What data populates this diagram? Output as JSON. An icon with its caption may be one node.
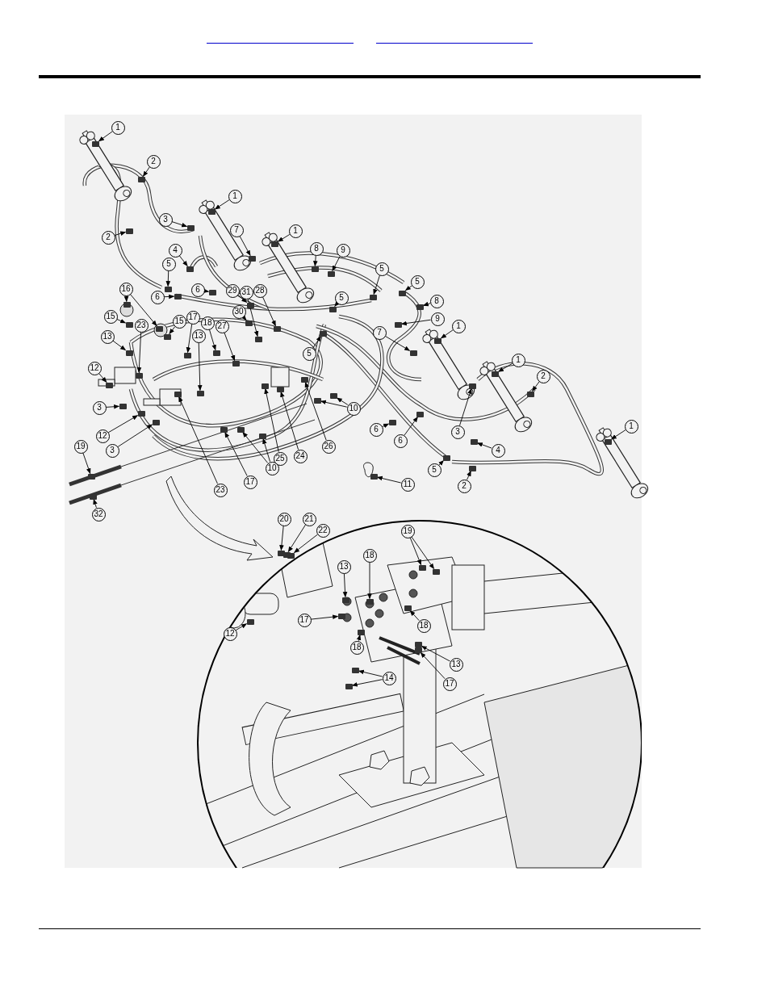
{
  "diagram": {
    "nodes": [
      {
        "text": [
          "1"
        ]
      },
      {
        "text": [
          "2"
        ]
      },
      {
        "text": [
          "1"
        ]
      },
      {
        "text": [
          "3"
        ]
      },
      {
        "text": [
          "2"
        ]
      },
      {
        "text": [
          "7"
        ]
      },
      {
        "text": [
          "1"
        ]
      },
      {
        "text": [
          "4"
        ]
      },
      {
        "text": [
          "8"
        ]
      },
      {
        "text": [
          "9"
        ]
      },
      {
        "text": [
          "5"
        ]
      },
      {
        "text": [
          "6"
        ]
      },
      {
        "text": [
          "6"
        ]
      },
      {
        "text": [
          "29"
        ]
      },
      {
        "text": [
          "31"
        ]
      },
      {
        "text": [
          "28"
        ]
      },
      {
        "text": [
          "30"
        ]
      },
      {
        "text": [
          "5"
        ]
      },
      {
        "text": [
          "5"
        ]
      },
      {
        "text": [
          "5"
        ]
      },
      {
        "text": [
          "8"
        ]
      },
      {
        "text": [
          "9"
        ]
      },
      {
        "text": [
          "5"
        ]
      },
      {
        "text": [
          "7"
        ]
      },
      {
        "text": [
          "1"
        ]
      },
      {
        "text": [
          "16"
        ]
      },
      {
        "text": [
          "15"
        ]
      },
      {
        "text": [
          "23"
        ]
      },
      {
        "text": [
          "15"
        ]
      },
      {
        "text": [
          "17"
        ]
      },
      {
        "text": [
          "18"
        ]
      },
      {
        "text": [
          "27"
        ]
      },
      {
        "text": [
          "13"
        ]
      },
      {
        "text": [
          "13"
        ]
      },
      {
        "text": [
          "1"
        ]
      },
      {
        "text": [
          "12"
        ]
      },
      {
        "text": [
          "2"
        ]
      },
      {
        "text": [
          "3"
        ]
      },
      {
        "text": [
          "10"
        ]
      },
      {
        "text": [
          "3"
        ]
      },
      {
        "text": [
          "6"
        ]
      },
      {
        "text": [
          "12"
        ]
      },
      {
        "text": [
          "6"
        ]
      },
      {
        "text": [
          "1"
        ]
      },
      {
        "text": [
          "26"
        ]
      },
      {
        "text": [
          "19"
        ]
      },
      {
        "text": [
          "3"
        ]
      },
      {
        "text": [
          "4"
        ]
      },
      {
        "text": [
          "24"
        ]
      },
      {
        "text": [
          "25"
        ]
      },
      {
        "text": [
          "10"
        ]
      },
      {
        "text": [
          "5"
        ]
      },
      {
        "text": [
          "17"
        ]
      },
      {
        "text": [
          "11"
        ]
      },
      {
        "text": [
          "2"
        ]
      },
      {
        "text": [
          "23"
        ]
      },
      {
        "text": [
          "32"
        ]
      },
      {
        "text": [
          "20"
        ]
      },
      {
        "text": [
          "21"
        ]
      },
      {
        "text": [
          "22"
        ]
      },
      {
        "text": [
          "19"
        ]
      },
      {
        "text": [
          "13"
        ]
      },
      {
        "text": [
          "18"
        ]
      },
      {
        "text": [
          "18"
        ]
      },
      {
        "text": [
          "17"
        ]
      },
      {
        "text": [
          "12"
        ]
      },
      {
        "text": [
          "18"
        ]
      },
      {
        "text": [
          "13"
        ]
      },
      {
        "text": [
          "17"
        ]
      },
      {
        "text": [
          "14"
        ]
      },
      {
        "text": [],
        "shape": "box"
      },
      {
        "text": [],
        "shape": "box"
      },
      {
        "text": [],
        "shape": "box"
      },
      {
        "text": [],
        "shape": "box"
      },
      {
        "text": [],
        "shape": "box"
      },
      {
        "text": [],
        "shape": "box"
      },
      {
        "text": [],
        "shape": "box"
      },
      {
        "text": [],
        "shape": "box"
      },
      {
        "text": [],
        "shape": "box"
      },
      {
        "text": [],
        "shape": "box"
      },
      {
        "text": [],
        "shape": "box"
      },
      {
        "text": [],
        "shape": "box"
      },
      {
        "text": [],
        "shape": "box"
      },
      {
        "text": [],
        "shape": "box"
      },
      {
        "text": [],
        "shape": "box"
      },
      {
        "text": [],
        "shape": "box"
      },
      {
        "text": [],
        "shape": "box"
      },
      {
        "text": [],
        "shape": "box"
      },
      {
        "text": [],
        "shape": "box"
      },
      {
        "text": [],
        "shape": "box"
      },
      {
        "text": [],
        "shape": "box"
      },
      {
        "text": [],
        "shape": "box"
      },
      {
        "text": [],
        "shape": "box"
      },
      {
        "text": [],
        "shape": "box"
      },
      {
        "text": [],
        "shape": "box"
      },
      {
        "text": [],
        "shape": "box"
      },
      {
        "text": [],
        "shape": "box"
      },
      {
        "text": [],
        "shape": "box"
      },
      {
        "text": [],
        "shape": "box"
      },
      {
        "text": [],
        "shape": "box"
      },
      {
        "text": [],
        "shape": "box"
      },
      {
        "text": [],
        "shape": "box"
      },
      {
        "text": [],
        "shape": "box"
      },
      {
        "text": [],
        "shape": "box"
      },
      {
        "text": [],
        "shape": "box"
      },
      {
        "text": [],
        "shape": "box"
      },
      {
        "text": [],
        "shape": "box"
      },
      {
        "text": [],
        "shape": "box"
      },
      {
        "text": [],
        "shape": "box"
      },
      {
        "text": [],
        "shape": "box"
      },
      {
        "text": [],
        "shape": "box"
      },
      {
        "text": [],
        "shape": "box"
      },
      {
        "text": [],
        "shape": "box"
      },
      {
        "text": [],
        "shape": "box"
      },
      {
        "text": [],
        "shape": "box"
      },
      {
        "text": [],
        "shape": "box"
      },
      {
        "text": [],
        "shape": "box"
      },
      {
        "text": [],
        "shape": "box"
      },
      {
        "text": [],
        "shape": "box"
      },
      {
        "text": [],
        "shape": "box"
      },
      {
        "text": [],
        "shape": "box"
      },
      {
        "text": [],
        "shape": "box"
      },
      {
        "text": [],
        "shape": "box"
      },
      {
        "text": [],
        "shape": "box"
      },
      {
        "text": [],
        "shape": "box"
      },
      {
        "text": [],
        "shape": "box"
      },
      {
        "text": [],
        "shape": "box"
      },
      {
        "text": [],
        "shape": "box"
      },
      {
        "text": [],
        "shape": "box"
      },
      {
        "text": [],
        "shape": "box"
      },
      {
        "text": [],
        "shape": "box"
      },
      {
        "text": [],
        "shape": "box"
      },
      {
        "text": [],
        "shape": "box"
      },
      {
        "text": [],
        "shape": "box"
      },
      {
        "text": [],
        "shape": "box"
      },
      {
        "text": [],
        "shape": "box"
      },
      {
        "text": [],
        "shape": "box"
      },
      {
        "text": [],
        "shape": "box"
      },
      {
        "text": [],
        "shape": "box"
      },
      {
        "text": [],
        "shape": "box"
      },
      {
        "text": [],
        "shape": "box"
      },
      {
        "text": [],
        "shape": "box"
      },
      {
        "text": [],
        "shape": "box"
      },
      {
        "text": [],
        "shape": "box"
      },
      {
        "text": [],
        "shape": "box"
      }
    ],
    "edges": [
      {
        "from": 0,
        "to": 70,
        "arrow": "to"
      },
      {
        "from": 1,
        "to": 71,
        "arrow": "to"
      },
      {
        "from": 2,
        "to": 72,
        "arrow": "to"
      },
      {
        "from": 3,
        "to": 73,
        "arrow": "to"
      },
      {
        "from": 4,
        "to": 74,
        "arrow": "to"
      },
      {
        "from": 5,
        "to": 75,
        "arrow": "to"
      },
      {
        "from": 6,
        "to": 76,
        "arrow": "to"
      },
      {
        "from": 7,
        "to": 77,
        "arrow": "to"
      },
      {
        "from": 8,
        "to": 78,
        "arrow": "to"
      },
      {
        "from": 9,
        "to": 79,
        "arrow": "to"
      },
      {
        "from": 10,
        "to": 80,
        "arrow": "to"
      },
      {
        "from": 11,
        "to": 81,
        "arrow": "to"
      },
      {
        "from": 12,
        "to": 82,
        "arrow": "to"
      },
      {
        "from": 13,
        "to": 83,
        "arrow": "to"
      },
      {
        "from": 14,
        "to": 84,
        "arrow": "to"
      },
      {
        "from": 15,
        "to": 85,
        "arrow": "to"
      },
      {
        "from": 16,
        "to": 86,
        "arrow": "to"
      },
      {
        "from": 17,
        "to": 87,
        "arrow": "to"
      },
      {
        "from": 18,
        "to": 88,
        "arrow": "to"
      },
      {
        "from": 19,
        "to": 89,
        "arrow": "to"
      },
      {
        "from": 20,
        "to": 90,
        "arrow": "to"
      },
      {
        "from": 21,
        "to": 91,
        "arrow": "to"
      },
      {
        "from": 22,
        "to": 92,
        "arrow": "to"
      },
      {
        "from": 23,
        "to": 93,
        "arrow": "to"
      },
      {
        "from": 24,
        "to": 94,
        "arrow": "to"
      },
      {
        "from": 25,
        "to": 95,
        "arrow": "to"
      },
      {
        "from": 25,
        "to": 96,
        "arrow": "to"
      },
      {
        "from": 26,
        "to": 97,
        "arrow": "to"
      },
      {
        "from": 27,
        "to": 98,
        "arrow": "to"
      },
      {
        "from": 28,
        "to": 99,
        "arrow": "to"
      },
      {
        "from": 29,
        "to": 100,
        "arrow": "to"
      },
      {
        "from": 30,
        "to": 101,
        "arrow": "to"
      },
      {
        "from": 31,
        "to": 102,
        "arrow": "to"
      },
      {
        "from": 32,
        "to": 103,
        "arrow": "to"
      },
      {
        "from": 33,
        "to": 104,
        "arrow": "to"
      },
      {
        "from": 34,
        "to": 105,
        "arrow": "to"
      },
      {
        "from": 35,
        "to": 106,
        "arrow": "to"
      },
      {
        "from": 36,
        "to": 107,
        "arrow": "to"
      },
      {
        "from": 37,
        "to": 108,
        "arrow": "to"
      },
      {
        "from": 38,
        "to": 109,
        "arrow": "to"
      },
      {
        "from": 38,
        "to": 110,
        "arrow": "to"
      },
      {
        "from": 39,
        "to": 111,
        "arrow": "to"
      },
      {
        "from": 40,
        "to": 112,
        "arrow": "to"
      },
      {
        "from": 41,
        "to": 113,
        "arrow": "to"
      },
      {
        "from": 42,
        "to": 114,
        "arrow": "to"
      },
      {
        "from": 43,
        "to": 115,
        "arrow": "to"
      },
      {
        "from": 44,
        "to": 116,
        "arrow": "to"
      },
      {
        "from": 45,
        "to": 117,
        "arrow": "to"
      },
      {
        "from": 46,
        "to": 118,
        "arrow": "to"
      },
      {
        "from": 47,
        "to": 119,
        "arrow": "to"
      },
      {
        "from": 48,
        "to": 120,
        "arrow": "to"
      },
      {
        "from": 49,
        "to": 121,
        "arrow": "to"
      },
      {
        "from": 50,
        "to": 122,
        "arrow": "to"
      },
      {
        "from": 50,
        "to": 123,
        "arrow": "to"
      },
      {
        "from": 51,
        "to": 124,
        "arrow": "to"
      },
      {
        "from": 52,
        "to": 125,
        "arrow": "to"
      },
      {
        "from": 53,
        "to": 126,
        "arrow": "to"
      },
      {
        "from": 54,
        "to": 127,
        "arrow": "to"
      },
      {
        "from": 55,
        "to": 128,
        "arrow": "to"
      },
      {
        "from": 56,
        "to": 129,
        "arrow": "to"
      },
      {
        "from": 57,
        "to": 130,
        "arrow": "to"
      },
      {
        "from": 58,
        "to": 131,
        "arrow": "to"
      },
      {
        "from": 59,
        "to": 132,
        "arrow": "to"
      },
      {
        "from": 60,
        "to": 133,
        "arrow": "to"
      },
      {
        "from": 60,
        "to": 134,
        "arrow": "to"
      },
      {
        "from": 61,
        "to": 135,
        "arrow": "to"
      },
      {
        "from": 62,
        "to": 136,
        "arrow": "to"
      },
      {
        "from": 63,
        "to": 137,
        "arrow": "to"
      },
      {
        "from": 64,
        "to": 138,
        "arrow": "to"
      },
      {
        "from": 65,
        "to": 139,
        "arrow": "to"
      },
      {
        "from": 66,
        "to": 140,
        "arrow": "to"
      },
      {
        "from": 67,
        "to": 141,
        "arrow": "to"
      },
      {
        "from": 68,
        "to": 142,
        "arrow": "to"
      },
      {
        "from": 69,
        "to": 143,
        "arrow": "to"
      },
      {
        "from": 69,
        "to": 144,
        "arrow": "to"
      }
    ]
  }
}
